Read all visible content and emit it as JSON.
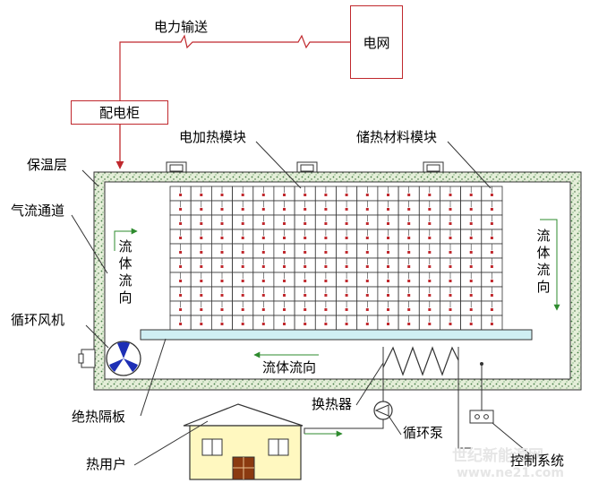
{
  "labels": {
    "power_transmission": "电力输送",
    "grid": "电网",
    "distribution_cabinet": "配电柜",
    "electric_heating_module": "电加热模块",
    "heat_storage_module": "储热材料模块",
    "insulation_layer": "保温层",
    "airflow_channel": "气流通道",
    "circulating_fan": "循环风机",
    "fluid_flow_left": "流体流向",
    "fluid_flow_right": "流体流向",
    "fluid_flow_bottom": "流体流向",
    "heat_exchanger": "换热器",
    "insulating_partition": "绝热隔板",
    "circulating_pump": "循环泵",
    "heat_user": "热用户",
    "control_system": "控制系统"
  },
  "watermark": {
    "line1": "世纪新能源网",
    "line2": "www.ne21.com"
  },
  "colors": {
    "wire_red": "#c0282d",
    "flow_green": "#2e8b2e",
    "fan_blue": "#1d2fb5",
    "partition_fill": "#cfeff3",
    "insulation_fill": "#d9e8c8",
    "house_fill": "#fff8c0",
    "door_fill": "#8b3a10"
  }
}
